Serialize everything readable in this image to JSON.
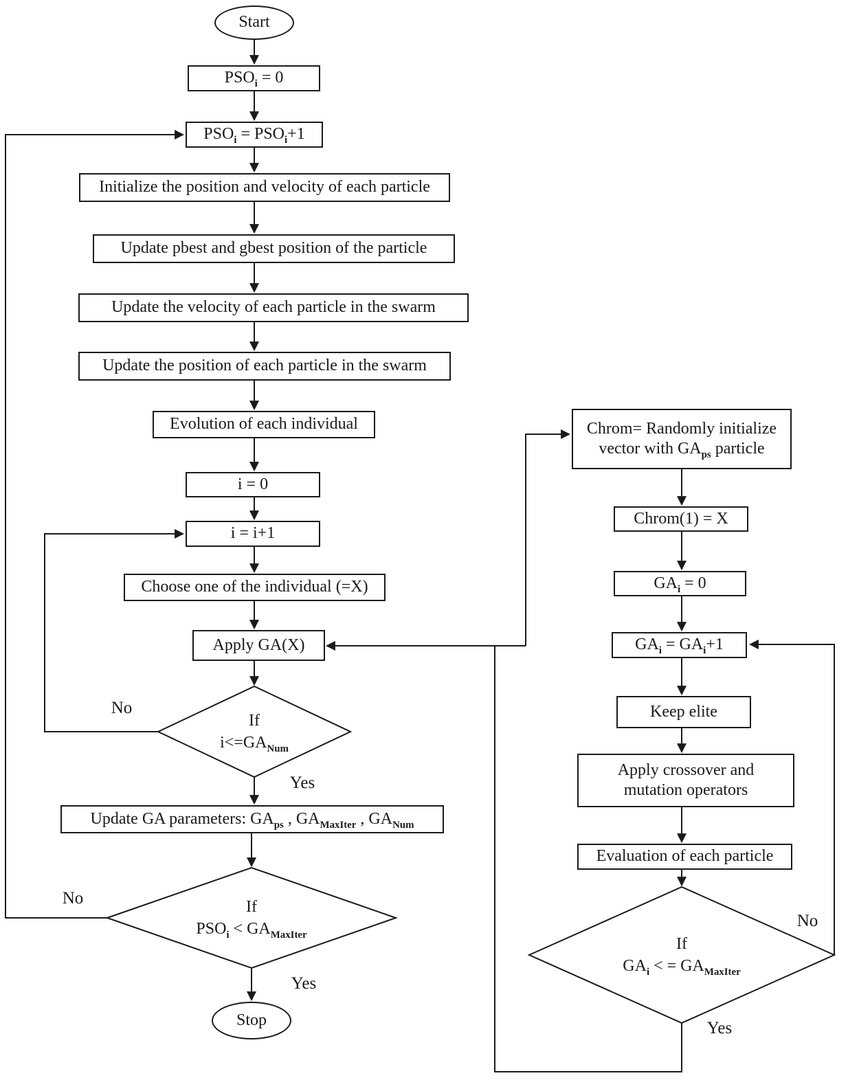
{
  "diagram": {
    "title": "Hybrid PSO-GA flowchart",
    "line_color": "#1a1a1a",
    "background_color": "#ffffff",
    "nodes": {
      "start": [
        {
          "t": "Start"
        }
      ],
      "pso0": [
        {
          "t": "PSO"
        },
        {
          "s": "i"
        },
        {
          "t": " = 0"
        }
      ],
      "psoinc": [
        {
          "t": "PSO"
        },
        {
          "s": "i"
        },
        {
          "t": " = PSO"
        },
        {
          "s": "i"
        },
        {
          "t": "+1"
        }
      ],
      "init": [
        {
          "t": "Initialize the position and velocity of each particle"
        }
      ],
      "pbest": [
        {
          "t": "Update pbest and gbest position of the particle"
        }
      ],
      "velocity": [
        {
          "t": "Update the velocity of each particle in the swarm"
        }
      ],
      "position": [
        {
          "t": "Update the position of each particle in the swarm"
        }
      ],
      "evolution": [
        {
          "t": "Evolution of each individual"
        }
      ],
      "i0": [
        {
          "t": "i = 0"
        }
      ],
      "iinc": [
        {
          "t": "i = i+1"
        }
      ],
      "choose": [
        {
          "t": "Choose one of the individual (=X)"
        }
      ],
      "applyga": [
        {
          "t": "Apply GA(X)"
        }
      ],
      "d1": [
        {
          "t": "If"
        },
        {
          "br": 1
        },
        {
          "t": "i<=GA"
        },
        {
          "s": "Num"
        }
      ],
      "updparams": [
        {
          "t": "Update GA parameters: GA"
        },
        {
          "s": "ps"
        },
        {
          "t": " , GA"
        },
        {
          "s": "MaxIter"
        },
        {
          "t": " , GA"
        },
        {
          "s": "Num"
        }
      ],
      "d2": [
        {
          "t": "If"
        },
        {
          "br": 1
        },
        {
          "t": "PSO"
        },
        {
          "s": "i"
        },
        {
          "t": " < GA"
        },
        {
          "s": "MaxIter"
        }
      ],
      "stop": [
        {
          "t": "Stop"
        }
      ],
      "chrominit": [
        {
          "t": "Chrom= Randomly initialize"
        },
        {
          "br": 1
        },
        {
          "t": "vector with GA"
        },
        {
          "s": "ps"
        },
        {
          "t": " particle"
        }
      ],
      "chrom1": [
        {
          "t": "Chrom(1) = X"
        }
      ],
      "ga0": [
        {
          "t": "GA"
        },
        {
          "s": "i"
        },
        {
          "t": " = 0"
        }
      ],
      "gainc": [
        {
          "t": "GA"
        },
        {
          "s": "i"
        },
        {
          "t": " = GA"
        },
        {
          "s": "i"
        },
        {
          "t": "+1"
        }
      ],
      "keepelite": [
        {
          "t": "Keep elite"
        }
      ],
      "crossover": [
        {
          "t": "Apply crossover and"
        },
        {
          "br": 1
        },
        {
          "t": "mutation operators"
        }
      ],
      "evaluation": [
        {
          "t": "Evaluation of each particle"
        }
      ],
      "d3": [
        {
          "t": "If"
        },
        {
          "br": 1
        },
        {
          "t": "GA"
        },
        {
          "s": "i"
        },
        {
          "t": " < = GA"
        },
        {
          "s": "MaxIter"
        }
      ]
    },
    "labels": {
      "d1_no": "No",
      "d1_yes": "Yes",
      "d2_no": "No",
      "d2_yes": "Yes",
      "d3_no": "No",
      "d3_yes": "Yes"
    }
  }
}
